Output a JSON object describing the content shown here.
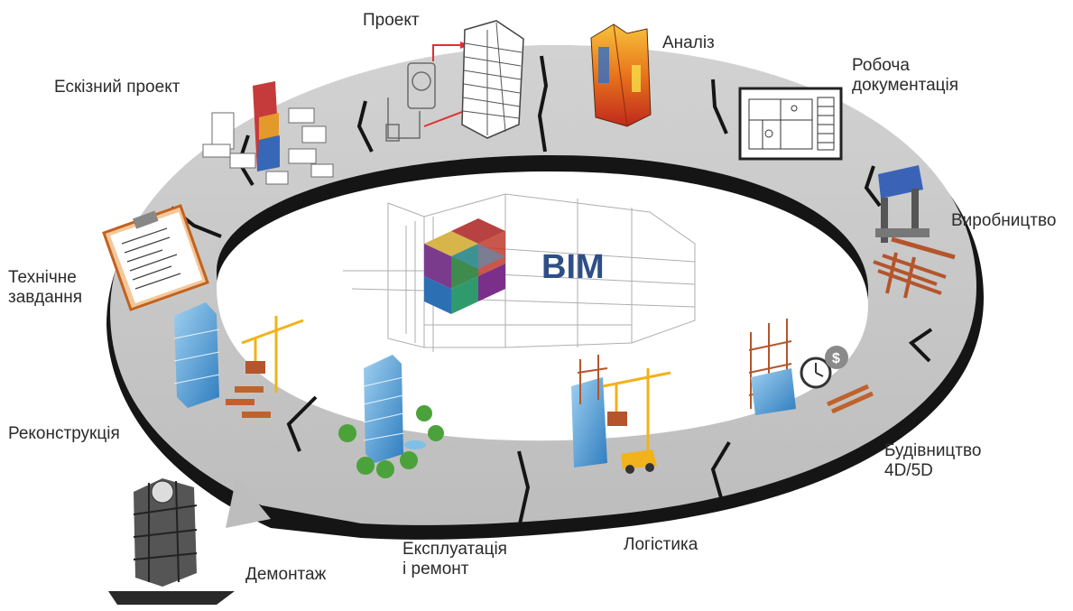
{
  "center": {
    "title": "BIM"
  },
  "stages": {
    "concept_design": "Ескізний проект",
    "design": "Проект",
    "analysis": "Аналіз",
    "working_docs": "Робоча\nдокументація",
    "manufacturing": "Виробництво",
    "construction": "Будівництво\n4D/5D",
    "logistics": "Логістика",
    "operation": "Експлуатація\nі ремонт",
    "demolition": "Демонтаж",
    "reconstruction": "Реконструкція",
    "brief": "Технічне\nзавдання"
  },
  "colors": {
    "ring_top": "#c9c9c9",
    "ring_edge": "#1a1a1a",
    "accent_blue": "#2e4f86",
    "glass_blue": "#5fa8dc",
    "analysis_orange": "#e8741c",
    "crane_yellow": "#f2b21b",
    "steel_rust": "#b4552c"
  },
  "icons": [
    "concept-design-buildings-icon",
    "design-tower-icon",
    "analysis-heatmap-tower-icon",
    "working-drawing-sheet-icon",
    "manufacturing-press-icon",
    "construction-4d5d-icon",
    "logistics-crane-icon",
    "operation-building-park-icon",
    "demolition-ruin-icon",
    "reconstruction-crane-icon",
    "brief-clipboard-icon",
    "bim-cube-logo-icon"
  ]
}
